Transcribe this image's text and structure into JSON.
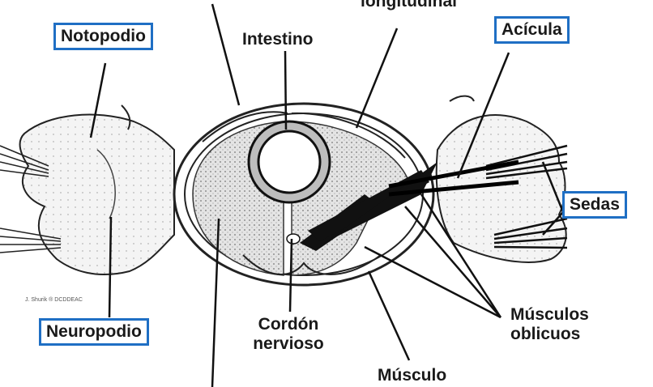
{
  "labels": {
    "notopodio": "Notopodio",
    "neuropodio": "Neuropodio",
    "intestino": "Intestino",
    "longitudinal": "longitudinal",
    "acicula": "Acícula",
    "sedas": "Sedas",
    "musculos_oblicuos_1": "Músculos",
    "musculos_oblicuos_2": "oblicuos",
    "cordon_1": "Cordón",
    "cordon_2": "nervioso",
    "musculo": "Músculo"
  },
  "credit": "J. Shurik ® DCDDEAC",
  "colors": {
    "box_border": "#1f6fc4",
    "ink": "#1a1a1a",
    "tissue": "#d6d6d6"
  }
}
